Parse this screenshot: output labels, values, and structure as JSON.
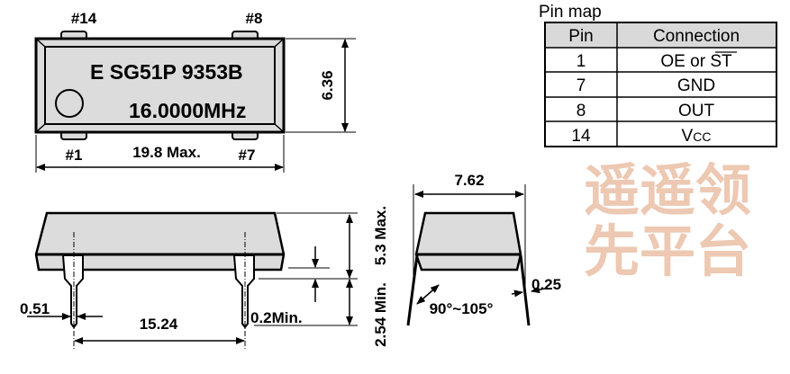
{
  "top_view": {
    "pin_labels": {
      "p14": "#14",
      "p8": "#8",
      "p1": "#1",
      "p7": "#7"
    },
    "marking_line1": "E SG51P 9353B",
    "marking_line2": "16.0000MHz",
    "dim_height": "6.36",
    "dim_length": "19.8 Max."
  },
  "side_view": {
    "dim_lead_width": "0.51",
    "dim_pitch": "15.24",
    "dim_standoff": "0.2Min.",
    "dim_body_height": "5.3 Max.",
    "dim_lead_length": "2.54 Min."
  },
  "end_view": {
    "dim_row_spacing": "7.62",
    "lead_angle": "90°~105°",
    "dim_lead_thickness": "0.25"
  },
  "pin_map": {
    "title": "Pin map",
    "headers": [
      "Pin",
      "Connection"
    ],
    "rows": [
      {
        "pin": "1",
        "connection": "OE or ",
        "connection_overline": "ST"
      },
      {
        "pin": "7",
        "connection": "GND"
      },
      {
        "pin": "8",
        "connection": "OUT"
      },
      {
        "pin": "14",
        "connection": "V",
        "connection_sub": "CC"
      }
    ],
    "header_bg": "#d9d9d9"
  },
  "watermark": "遥遥领先平台",
  "colors": {
    "body_fill": "#dcdcdc",
    "line": "#000000",
    "watermark": "#e2a57f"
  }
}
